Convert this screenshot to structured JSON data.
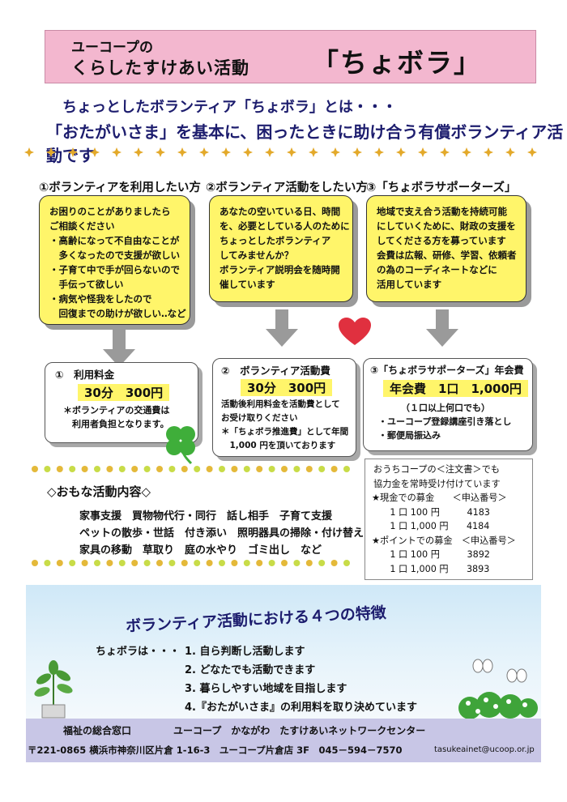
{
  "title": {
    "sub": "ユーコープの",
    "main": "くらしたすけあい活動",
    "big": "「ちょボラ」"
  },
  "lead": {
    "line1": "ちょっとしたボランティア「ちょボラ」とは・・・",
    "line2": "「おたがいさま」を基本に、困ったときに助け合う有償ボランティア活動です"
  },
  "columns": [
    {
      "heading": "①ボランティアを利用したい方",
      "lines": [
        "お困りのことがありましたら",
        "ご相談ください",
        "・高齢になって不自由なことが",
        "　多くなったので支援が欲しい",
        "・子育て中で手が回らないので",
        "　手伝って欲しい",
        "・病気や怪我をしたので",
        "　回復までの助けが欲しい‥など"
      ]
    },
    {
      "heading": "②ボランティア活動をしたい方",
      "lines": [
        "あなたの空いている日、時間",
        "を、必要としている人のために",
        "ちょっとしたボランティア",
        "してみませんか？",
        "ボランティア説明会を随時開",
        "催しています"
      ]
    },
    {
      "heading": "③「ちょボラサポーターズ」",
      "lines": [
        "地域で支え合う活動を持続可能",
        "にしていくために、財政の支援を",
        "してくださる方を募っています",
        "会費は広報、研修、学習、依頼者",
        "の為のコーディネートなどに",
        "活用しています"
      ]
    }
  ],
  "fees": {
    "box1": {
      "heading": "①　利用料金",
      "price": "30分　300円",
      "notes": [
        "＊ボランティアの交通費は",
        "　利用者負担となります。"
      ]
    },
    "box2": {
      "heading": "②　ボランティア活動費",
      "price": "30分　300円",
      "notes": [
        "活動後利用料金を活動費として",
        "お受け取りください",
        "＊「ちょボラ推進費」として年間",
        "　1,000 円を頂いております"
      ]
    },
    "box3": {
      "heading": "③「ちょボラサポーターズ」年会費",
      "price": "年会費　1口　1,000円",
      "notes": [
        "（１口以上何口でも）",
        "・ユーコープ登録講座引き落とし",
        "・郵便局振込み"
      ]
    }
  },
  "activities": {
    "heading": "◇おもな活動内容◇",
    "lines": [
      "家事支援　買物物代行・同行　話し相手　子育て支援",
      "ペットの散歩・世話　付き添い　照明器具の掃除・付け替え",
      "家具の移動　草取り　庭の水やり　ゴミ出し　など"
    ]
  },
  "order": {
    "lines": [
      "おうちコープの＜注文書＞でも",
      "協力金を常時受け付けています",
      "★現金での募金　　＜申込番号＞",
      "　　1 口 100 円　　　4183",
      "　　1 口 1,000 円　　4184",
      "★ポイントでの募金　＜申込番号＞",
      "　　1 口 100 円　　　3892",
      "　　1 口 1,000 円　　3893"
    ]
  },
  "features": {
    "heading": "ボランティア活動における４つの特徴",
    "intro": "ちょボラは・・・",
    "items": [
      "1.  自ら判断し活動します",
      "2.  どなたでも活動できます",
      "3.  暮らしやすい地域を目指します",
      "4.『おたがいさま』の利用料を取り決めています"
    ]
  },
  "footer": {
    "label": "福祉の総合窓口",
    "org": "ユーコープ　かながわ　たすけあいネットワークセンター",
    "address": "〒221-0865 横浜市神奈川区片倉 1-16-3　ユーコープ片倉店 3F　045－594－7570",
    "email": "tasukeainet@ucoop.or.jp"
  },
  "colors": {
    "title_bg": "#f3b7cf",
    "yellow": "#fff56a",
    "footer_bg": "#c8c6e6",
    "star": "#e3a92a"
  }
}
